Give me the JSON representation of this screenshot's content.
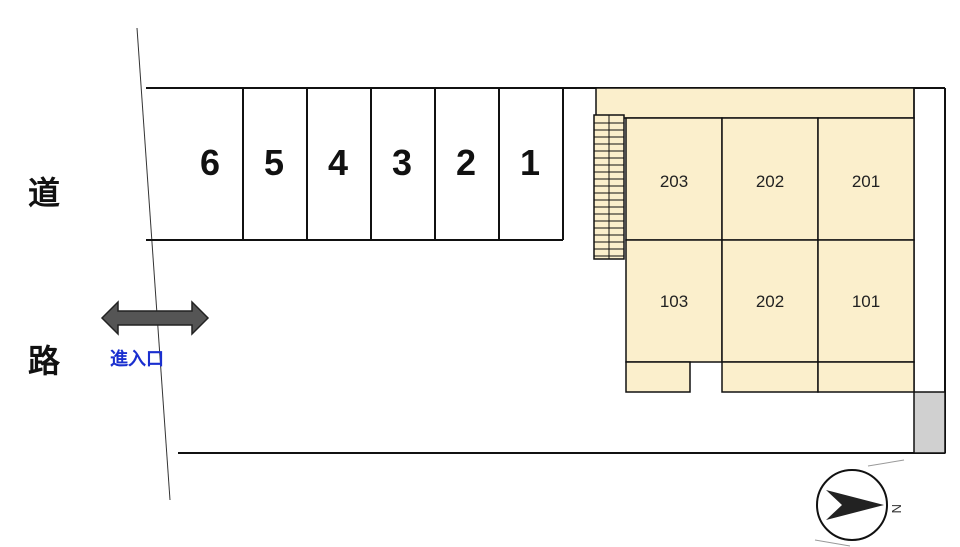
{
  "road": {
    "char_top": "道",
    "char_bottom": "路"
  },
  "entrance": {
    "label": "進入口"
  },
  "parking": {
    "spaces": [
      "6",
      "5",
      "4",
      "3",
      "2",
      "1"
    ]
  },
  "building": {
    "upper_rooms": [
      "203",
      "202",
      "201"
    ],
    "lower_rooms": [
      "103",
      "202",
      "101"
    ]
  },
  "compass": {
    "letter": "N"
  },
  "colors": {
    "building_fill": "#fbefcc",
    "arrow_fill": "#555555",
    "entrance_text": "#1a2fcf",
    "corner_box": "#d0d0d0"
  }
}
